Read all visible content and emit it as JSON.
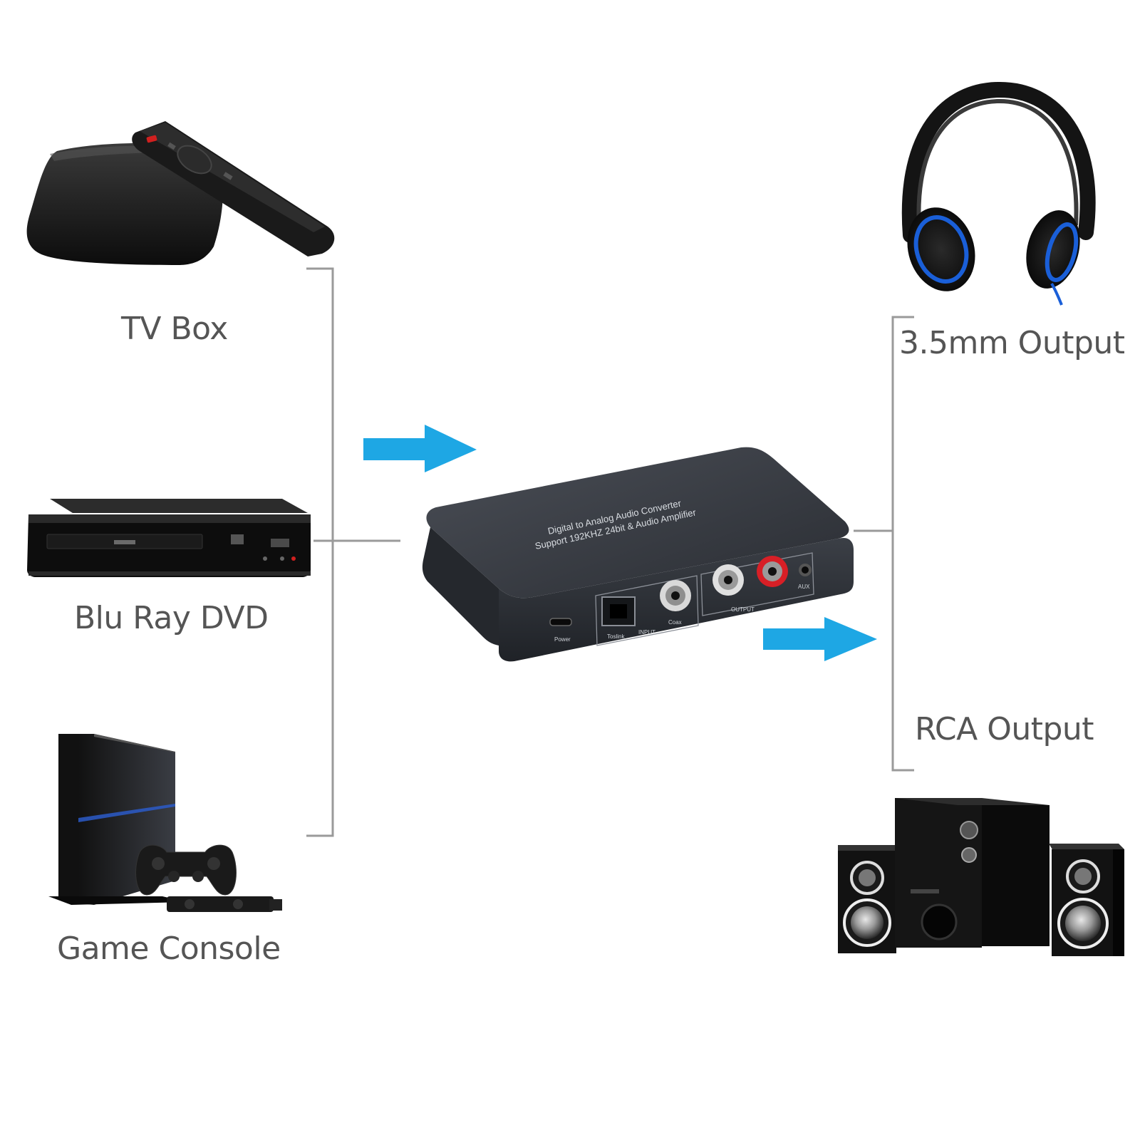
{
  "sources": {
    "tv_box": "TV Box",
    "blu_ray": "Blu Ray DVD",
    "game_console": "Game Console"
  },
  "outputs": {
    "headphone_output": "3.5mm Output",
    "rca_output": "RCA Output"
  },
  "converter": {
    "line1": "Digital to Analog Audio Converter",
    "line2": "Support 192KHZ 24bit & Audio Amplifier",
    "power_label": "Power",
    "toslink_label": "Toslink",
    "coax_label": "Coax",
    "input_label": "INPUT",
    "output_label": "OUTPUT",
    "aux_label": "AUX"
  },
  "colors": {
    "arrow": "#1ea7e4",
    "connector_line": "#9a9a9a",
    "label_text": "#555555",
    "device_body": "#3a3e45"
  }
}
